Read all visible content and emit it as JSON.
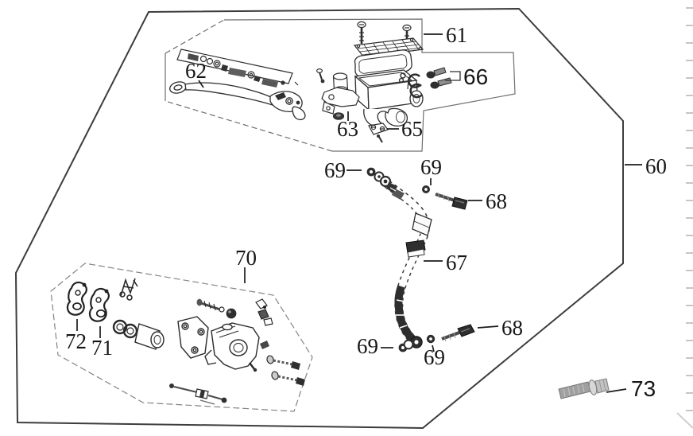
{
  "diagram": {
    "background": "#ffffff",
    "line_color": "#2e2e2e",
    "boundary_color": "#3d3d3d",
    "dash_color": "#808080",
    "metal_gray": "#a8a8a8",
    "edge_tick_color": "#b8b8b8",
    "callouts": [
      {
        "id": "60",
        "label": "60"
      },
      {
        "id": "61",
        "label": "61"
      },
      {
        "id": "62",
        "label": "62"
      },
      {
        "id": "63",
        "label": "63"
      },
      {
        "id": "65",
        "label": "65"
      },
      {
        "id": "66",
        "label": "66"
      },
      {
        "id": "67",
        "label": "67"
      },
      {
        "id": "68-upper",
        "label": "68"
      },
      {
        "id": "68-lower",
        "label": "68"
      },
      {
        "id": "69-upper-left",
        "label": "69"
      },
      {
        "id": "69-upper-right",
        "label": "69"
      },
      {
        "id": "69-lower-left",
        "label": "69"
      },
      {
        "id": "69-lower-center",
        "label": "69"
      },
      {
        "id": "70",
        "label": "70"
      },
      {
        "id": "71",
        "label": "71"
      },
      {
        "id": "72",
        "label": "72"
      },
      {
        "id": "73",
        "label": "73"
      }
    ]
  }
}
